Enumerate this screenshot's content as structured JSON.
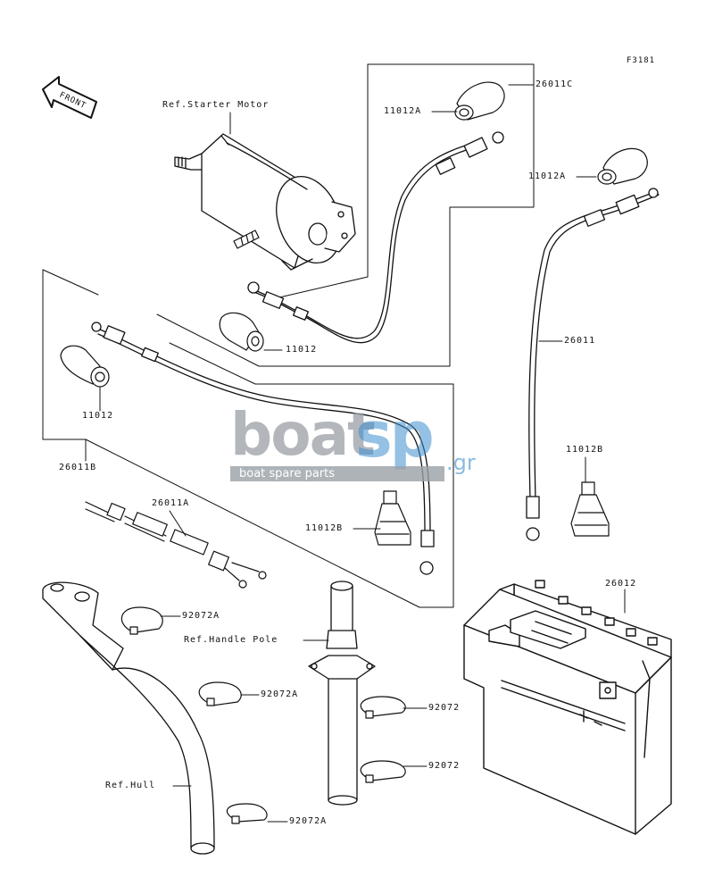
{
  "figure_code": "F3181",
  "front_marker": "FRONT",
  "watermark": {
    "brand_word": "boat",
    "brand_sp": "sp",
    "brand_tld": ".gr",
    "tagline": "boat spare parts"
  },
  "refs": {
    "starter_motor": "Ref.Starter Motor",
    "handle_pole": "Ref.Handle Pole",
    "hull": "Ref.Hull"
  },
  "parts": {
    "p26011C": "26011C",
    "p11012A_top": "11012A",
    "p11012A_right": "11012A",
    "p11012_mid": "11012",
    "p26011": "26011",
    "p11012_left": "11012",
    "p26011B": "26011B",
    "p12011B_right": "11012B",
    "p11012B_mid": "11012B",
    "p26011A": "26011A",
    "p26012": "26012",
    "p92072A_1": "92072A",
    "p92072A_2": "92072A",
    "p92072A_3": "92072A",
    "p92072_1": "92072",
    "p92072_2": "92072"
  },
  "colors": {
    "line": "#111111",
    "watermark_gray": "#9aa0a6",
    "watermark_blue": "#3e8fcf"
  }
}
